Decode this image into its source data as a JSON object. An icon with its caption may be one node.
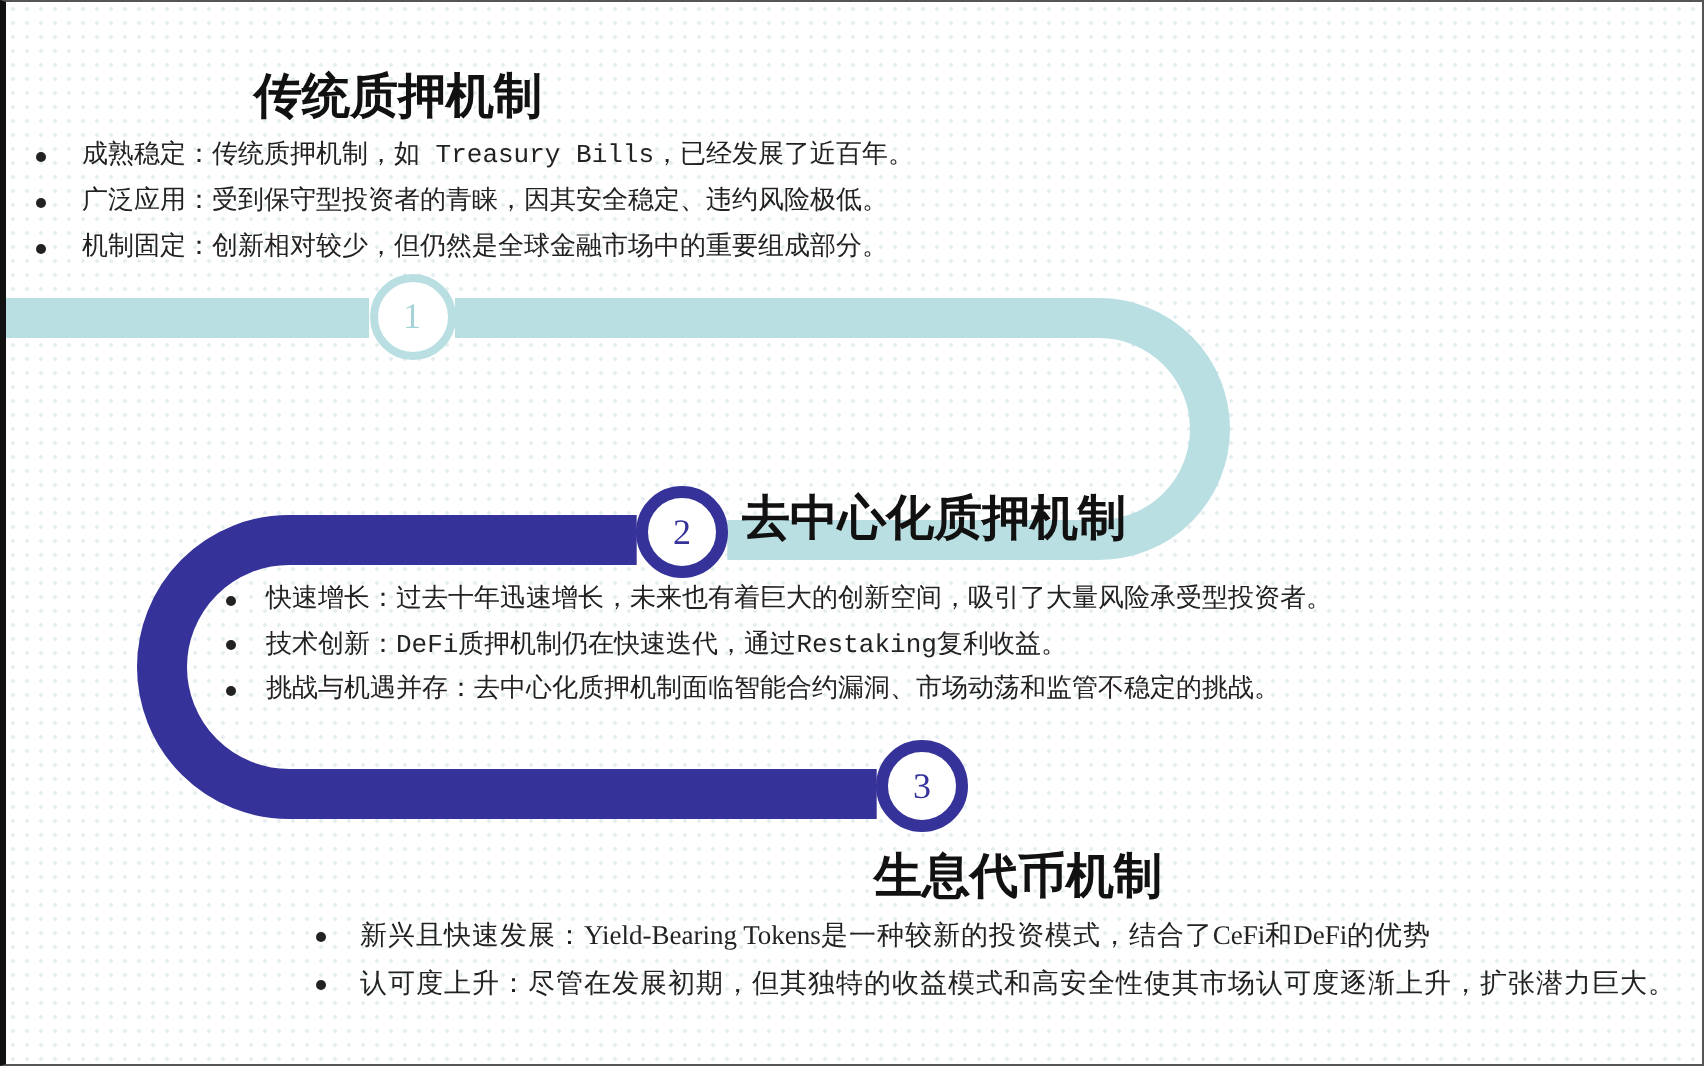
{
  "diagram": {
    "nodes": [
      {
        "text": [
          "1"
        ],
        "beside": [
          "传统质押机制",
          "成熟稳定：传统质押机制，如 Treasury Bills，已经发展了近百年。",
          "广泛应用：受到保守型投资者的青睐，因其安全稳定、违约风险极低。",
          "机制固定：创新相对较少，但仍然是全球金融市场中的重要组成部分。"
        ]
      },
      {
        "text": [
          "2"
        ],
        "beside": [
          "去中心化质押机制",
          "快速增长：过去十年迅速增长，未来也有着巨大的创新空间，吸引了大量风险承受型投资者。",
          "技术创新：DeFi质押机制仍在快速迭代，通过Restaking复利收益。",
          "挑战与机遇并存：去中心化质押机制面临智能合约漏洞、市场动荡和监管不稳定的挑战。"
        ]
      },
      {
        "text": [
          "3"
        ],
        "beside": [
          "生息代币机制",
          "新兴且快速发展：Yield-Bearing Tokens是一种较新的投资模式，结合了CeFi和DeFi的优势",
          "认可度上升：尽管在发展初期，但其独特的收益模式和高安全性使其市场认可度逐渐上升，扩张潜力巨大。"
        ]
      }
    ],
    "edges": [
      {
        "from": null,
        "to": 0,
        "arrow": "none"
      },
      {
        "from": 0,
        "to": 1,
        "arrow": "none"
      },
      {
        "from": 1,
        "to": 2,
        "arrow": "none",
        "color": "#35329a"
      }
    ]
  }
}
